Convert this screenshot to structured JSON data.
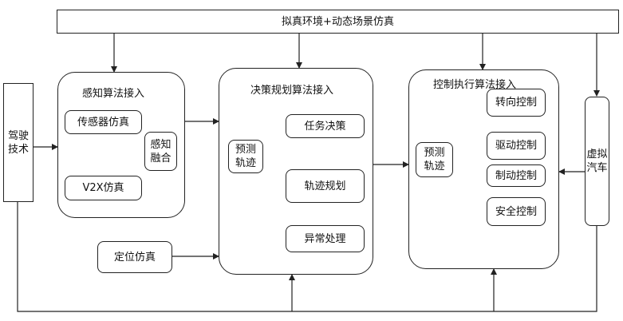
{
  "top_bar": {
    "label": "拟真环境+动态场景仿真"
  },
  "driving_tech": {
    "line1": "驾驶",
    "line2": "技术"
  },
  "virtual_car": {
    "line1": "虚拟",
    "line2": "汽车"
  },
  "perception": {
    "title": "感知算法接入",
    "sensor_sim": "传感器仿真",
    "v2x_sim": "V2X仿真",
    "fusion": {
      "line1": "感知",
      "line2": "融合"
    }
  },
  "positioning": {
    "label": "定位仿真"
  },
  "decision": {
    "title": "决策规划算法接入",
    "predict": {
      "line1": "预测",
      "line2": "轨迹"
    },
    "task_decision": "任务决策",
    "trajectory_planning": "轨迹规划",
    "exception_handling": "异常处理"
  },
  "control": {
    "title": "控制执行算法接入",
    "predict": {
      "line1": "预测",
      "line2": "轨迹"
    },
    "steering": "转向控制",
    "drive": "驱动控制",
    "braking": "制动控制",
    "safety": "安全控制"
  }
}
